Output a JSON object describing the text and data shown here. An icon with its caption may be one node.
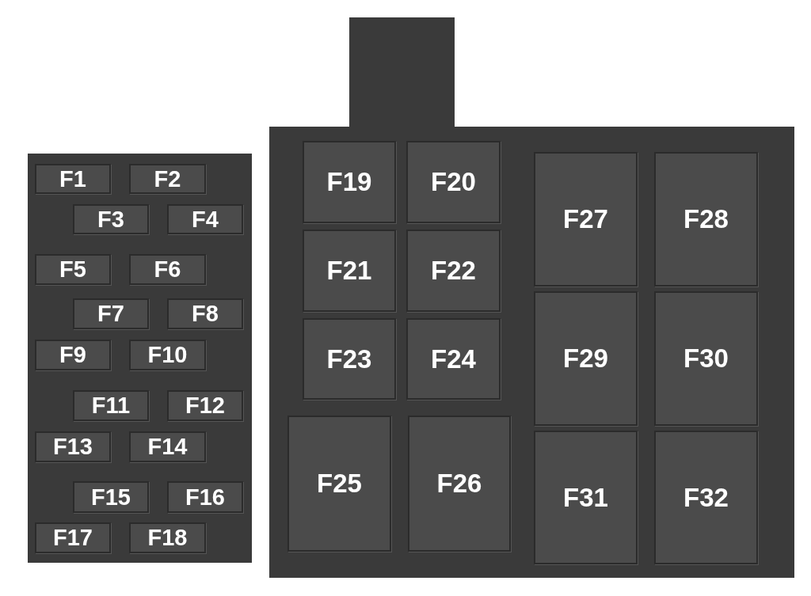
{
  "diagram": {
    "nodes": [
      {
        "text": [],
        "shape": "box"
      },
      {
        "text": [
          "F1"
        ],
        "in": 0
      },
      {
        "text": [
          "F2"
        ],
        "in": 0
      },
      {
        "text": [
          "F3"
        ],
        "in": 0
      },
      {
        "text": [
          "F4"
        ],
        "in": 0
      },
      {
        "text": [
          "F5"
        ],
        "in": 0
      },
      {
        "text": [
          "F6"
        ],
        "in": 0
      },
      {
        "text": [
          "F7"
        ],
        "in": 0
      },
      {
        "text": [
          "F8"
        ],
        "in": 0
      },
      {
        "text": [
          "F9"
        ],
        "in": 0
      },
      {
        "text": [
          "F10"
        ],
        "in": 0
      },
      {
        "text": [
          "F11"
        ],
        "in": 0
      },
      {
        "text": [
          "F12"
        ],
        "in": 0
      },
      {
        "text": [
          "F13"
        ],
        "in": 0
      },
      {
        "text": [
          "F14"
        ],
        "in": 0
      },
      {
        "text": [
          "F15"
        ],
        "in": 0
      },
      {
        "text": [
          "F16"
        ],
        "in": 0
      },
      {
        "text": [
          "F17"
        ],
        "in": 0
      },
      {
        "text": [
          "F18"
        ],
        "in": 0
      },
      {
        "text": [],
        "shape": "box"
      },
      {
        "text": [
          "F19"
        ],
        "in": 19
      },
      {
        "text": [
          "F20"
        ],
        "in": 19
      },
      {
        "text": [
          "F21"
        ],
        "in": 19
      },
      {
        "text": [
          "F22"
        ],
        "in": 19
      },
      {
        "text": [
          "F23"
        ],
        "in": 19
      },
      {
        "text": [
          "F24"
        ],
        "in": 19
      },
      {
        "text": [
          "F25"
        ],
        "in": 19
      },
      {
        "text": [
          "F26"
        ],
        "in": 19
      },
      {
        "text": [
          "F27"
        ],
        "in": 19
      },
      {
        "text": [
          "F28"
        ],
        "in": 19
      },
      {
        "text": [
          "F29"
        ],
        "in": 19
      },
      {
        "text": [
          "F30"
        ],
        "in": 19
      },
      {
        "text": [
          "F31"
        ],
        "in": 19
      },
      {
        "text": [
          "F32"
        ],
        "in": 19
      }
    ]
  }
}
